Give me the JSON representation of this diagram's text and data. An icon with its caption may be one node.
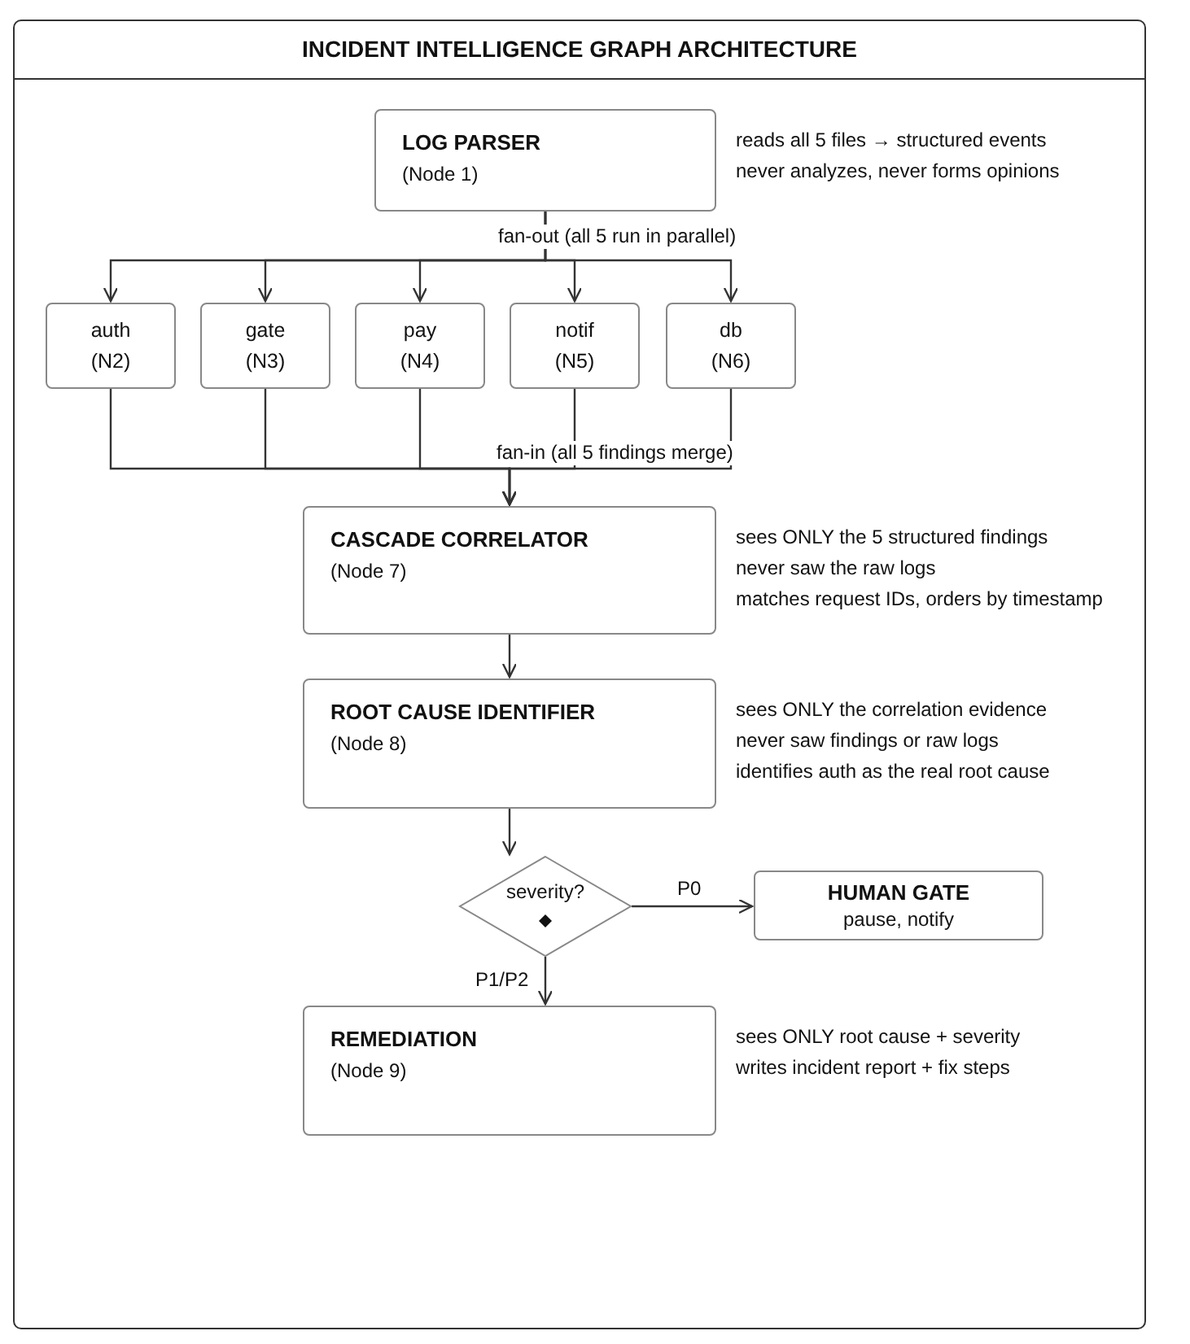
{
  "diagram": {
    "title": "INCIDENT INTELLIGENCE GRAPH ARCHITECTURE",
    "nodes": [
      {
        "text": [
          "LOG PARSER",
          "(Node 1)"
        ],
        "beside": [
          "reads all 5 files → structured events",
          "never analyzes, never forms opinions"
        ]
      },
      {
        "text": [
          "auth",
          "(N2)"
        ]
      },
      {
        "text": [
          "gate",
          "(N3)"
        ]
      },
      {
        "text": [
          "pay",
          "(N4)"
        ]
      },
      {
        "text": [
          "notif",
          "(N5)"
        ]
      },
      {
        "text": [
          "db",
          "(N6)"
        ]
      },
      {
        "text": [
          "CASCADE CORRELATOR",
          "(Node 7)"
        ],
        "beside": [
          "sees ONLY the 5 structured findings",
          "never saw the raw logs",
          "matches request IDs, orders by timestamp"
        ]
      },
      {
        "text": [
          "ROOT CAUSE IDENTIFIER",
          "(Node 8)"
        ],
        "beside": [
          "sees ONLY the correlation evidence",
          "never saw findings or raw logs",
          "identifies auth as the real root cause"
        ]
      },
      {
        "text": [
          "severity?"
        ]
      },
      {
        "text": [
          "HUMAN GATE",
          "pause, notify"
        ]
      },
      {
        "text": [
          "REMEDIATION",
          "(Node 9)"
        ],
        "beside": [
          "sees ONLY root cause + severity",
          "writes incident report + fix steps"
        ]
      }
    ],
    "edges": [
      {
        "from": 0,
        "to": 1,
        "arrow": "to"
      },
      {
        "from": 0,
        "to": 2,
        "arrow": "to"
      },
      {
        "from": 0,
        "to": 3,
        "arrow": "to",
        "label": "fan-out (all 5 run in parallel)"
      },
      {
        "from": 0,
        "to": 4,
        "arrow": "to"
      },
      {
        "from": 0,
        "to": 5,
        "arrow": "to"
      },
      {
        "from": 1,
        "to": 6,
        "arrow": "to"
      },
      {
        "from": 2,
        "to": 6,
        "arrow": "to"
      },
      {
        "from": 3,
        "to": 6,
        "arrow": "to",
        "label": "fan-in (all 5 findings merge)"
      },
      {
        "from": 4,
        "to": 6,
        "arrow": "to"
      },
      {
        "from": 5,
        "to": 6,
        "arrow": "to"
      },
      {
        "from": 6,
        "to": 7,
        "arrow": "to"
      },
      {
        "from": 7,
        "to": 8,
        "arrow": "to"
      },
      {
        "from": 8,
        "to": 9,
        "arrow": "to",
        "label": "P0"
      },
      {
        "from": 8,
        "to": 10,
        "arrow": "to",
        "label": "P1/P2"
      }
    ]
  }
}
